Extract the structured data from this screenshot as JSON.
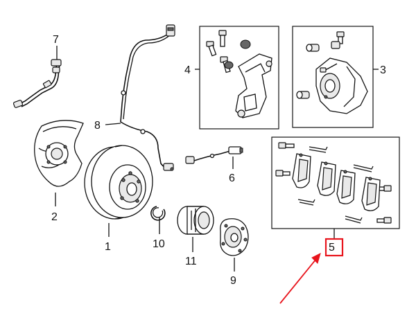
{
  "callouts": {
    "c1": "1",
    "c2": "2",
    "c3": "3",
    "c4": "4",
    "c5": "5",
    "c6": "6",
    "c7": "7",
    "c8": "8",
    "c9": "9",
    "c10": "10",
    "c11": "11"
  },
  "colors": {
    "line": "#111111",
    "highlight": "#e8141c"
  },
  "icons": {
    "pointer": "red-arrow-icon"
  }
}
